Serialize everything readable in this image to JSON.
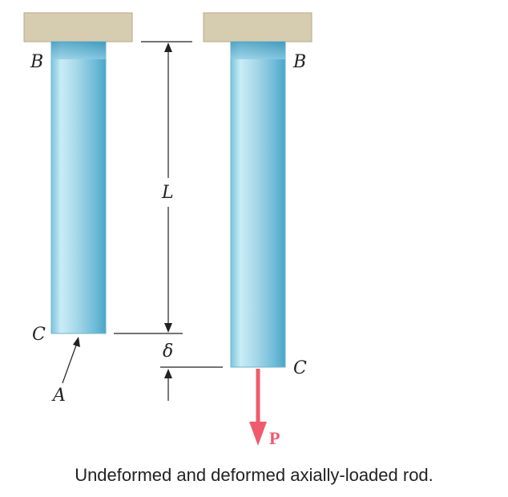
{
  "labels": {
    "top_left": "B",
    "top_right": "B",
    "bottom_left": "C",
    "bottom_right": "C",
    "length": "L",
    "elongation": "δ",
    "area": "A",
    "load": "P"
  },
  "caption": "Undeformed and deformed axially-loaded rod.",
  "colors": {
    "support": "#d6ccb0",
    "rod_mid": "#a9d9ea",
    "rod_dark": "#5ab2d2",
    "load_arrow": "#ef5a6e"
  }
}
